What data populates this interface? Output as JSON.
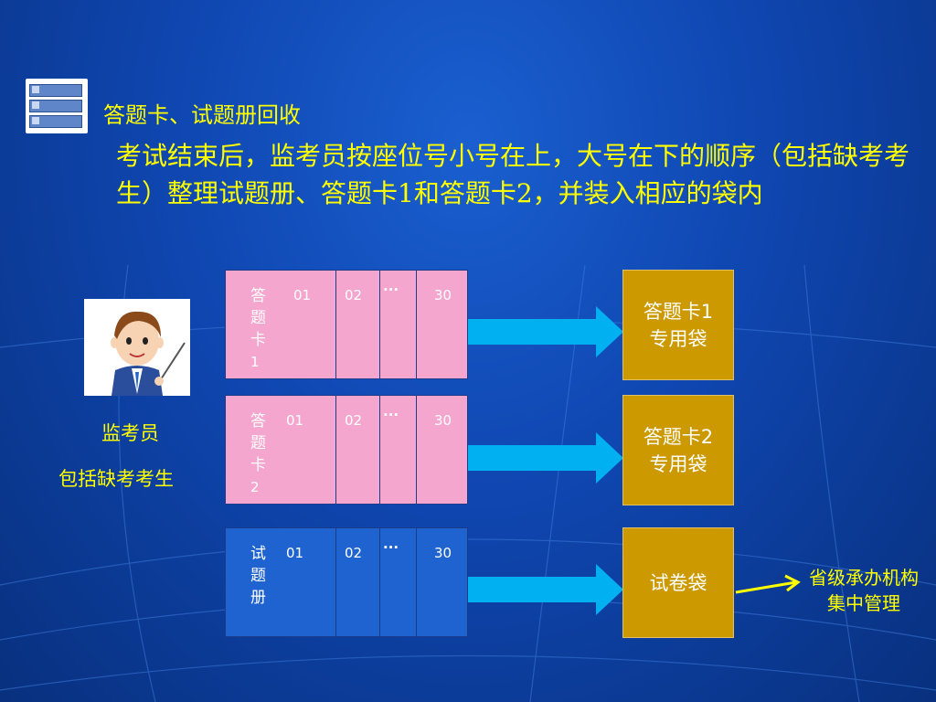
{
  "title": "答题卡、试题册回收",
  "description": "考试结束后，监考员按座位号小号在上，大号在下的顺序（包括缺考考生）整理试题册、答题卡1和答题卡2，并装入相应的袋内",
  "left_labels": {
    "invigilator": "监考员",
    "absent": "包括缺考考生"
  },
  "cards": [
    {
      "name_chars": [
        "答",
        "题",
        "卡"
      ],
      "name_num": "1",
      "first": "01",
      "second": "02",
      "dots": "···",
      "last": "30"
    },
    {
      "name_chars": [
        "答",
        "题",
        "卡"
      ],
      "name_num": "2",
      "first": "01",
      "second": "02",
      "dots": "···",
      "last": "30"
    },
    {
      "name_chars": [
        "试",
        "题",
        "册"
      ],
      "name_num": "",
      "first": "01",
      "second": "02",
      "dots": "···",
      "last": "30"
    }
  ],
  "bags": [
    {
      "line1": "答题卡1",
      "line2": "专用袋"
    },
    {
      "line1": "答题卡2",
      "line2": "专用袋"
    },
    {
      "line1": "试卷袋",
      "line2": ""
    }
  ],
  "province": {
    "line1": "省级承办机构",
    "line2": "集中管理"
  },
  "colors": {
    "title_text": "#ffff00",
    "card_pink": "#f4a6cf",
    "card_blue": "#1f63d0",
    "arrow": "#00b0f0",
    "bag": "#cc9a00",
    "background": "#0f46b0"
  }
}
